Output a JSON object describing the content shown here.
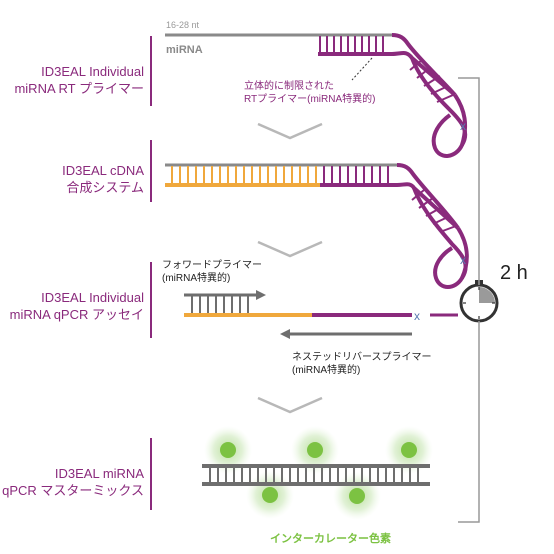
{
  "steps": [
    {
      "line1": "ID3EAL Individual",
      "line2": "miRNA RT プライマー"
    },
    {
      "line1": "ID3EAL cDNA",
      "line2": "合成システム"
    },
    {
      "line1": "ID3EAL Individual",
      "line2": "miRNA qPCR アッセイ"
    },
    {
      "line1": "ID3EAL miRNA",
      "line2": "qPCR マスターミックス"
    }
  ],
  "mirna_length_label": "16-28 nt",
  "mirna_label": "miRNA",
  "rt_primer_note": {
    "line1": "立体的に制限された",
    "line2": "RTプライマー(miRNA特異的)"
  },
  "forward_primer": {
    "line1": "フォワードプライマー",
    "line2": "(miRNA特異的)"
  },
  "nested_reverse_primer": {
    "line1": "ネステッドリバースプライマー",
    "line2": "(miRNA特異的)"
  },
  "timer_label": "2 h",
  "dye_label": "インターカレーター色素",
  "colors": {
    "purple": "#8a2a7c",
    "orange": "#f0a83c",
    "gray": "#8a8a8a",
    "dark_gray": "#6e6e6e",
    "green": "#7cc242",
    "blue_x": "#5a7ab0"
  }
}
